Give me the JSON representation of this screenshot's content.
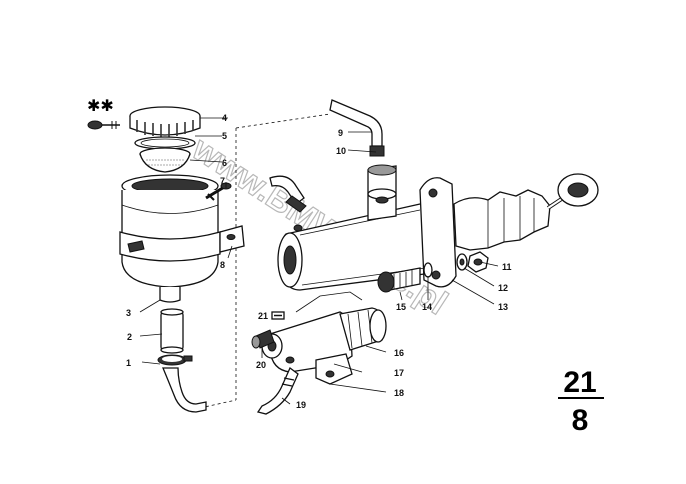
{
  "watermark": "www.BMWstore.pl",
  "group_code": {
    "top": "21",
    "bottom": "8"
  },
  "callouts": [
    {
      "id": "c1",
      "text": "1"
    },
    {
      "id": "c2",
      "text": "2"
    },
    {
      "id": "c3",
      "text": "3"
    },
    {
      "id": "c4",
      "text": "4"
    },
    {
      "id": "c5",
      "text": "5"
    },
    {
      "id": "c6",
      "text": "6"
    },
    {
      "id": "c7",
      "text": "7"
    },
    {
      "id": "c8",
      "text": "8"
    },
    {
      "id": "c9",
      "text": "9"
    },
    {
      "id": "c10",
      "text": "10"
    },
    {
      "id": "c11",
      "text": "11"
    },
    {
      "id": "c12",
      "text": "12"
    },
    {
      "id": "c13",
      "text": "13"
    },
    {
      "id": "c14",
      "text": "14"
    },
    {
      "id": "c15",
      "text": "15"
    },
    {
      "id": "c16",
      "text": "16"
    },
    {
      "id": "c17",
      "text": "17"
    },
    {
      "id": "c18",
      "text": "18"
    },
    {
      "id": "c19",
      "text": "19"
    },
    {
      "id": "c20",
      "text": "20"
    },
    {
      "id": "c21",
      "text": "21"
    }
  ]
}
